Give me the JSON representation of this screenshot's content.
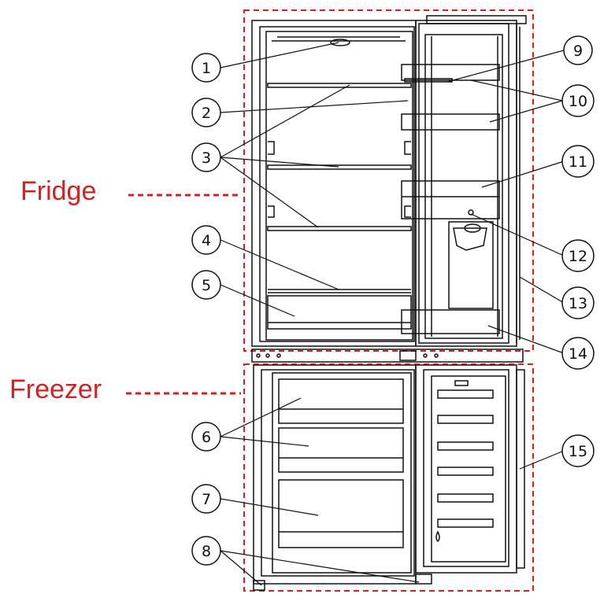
{
  "zones": {
    "fridge": "Fridge",
    "freezer": "Freezer"
  },
  "callouts": [
    "1",
    "2",
    "3",
    "4",
    "5",
    "6",
    "7",
    "8",
    "9",
    "10",
    "11",
    "12",
    "13",
    "14",
    "15"
  ],
  "colors": {
    "zone_outline": "#d42020",
    "line_art": "#111111",
    "background": "#ffffff"
  }
}
